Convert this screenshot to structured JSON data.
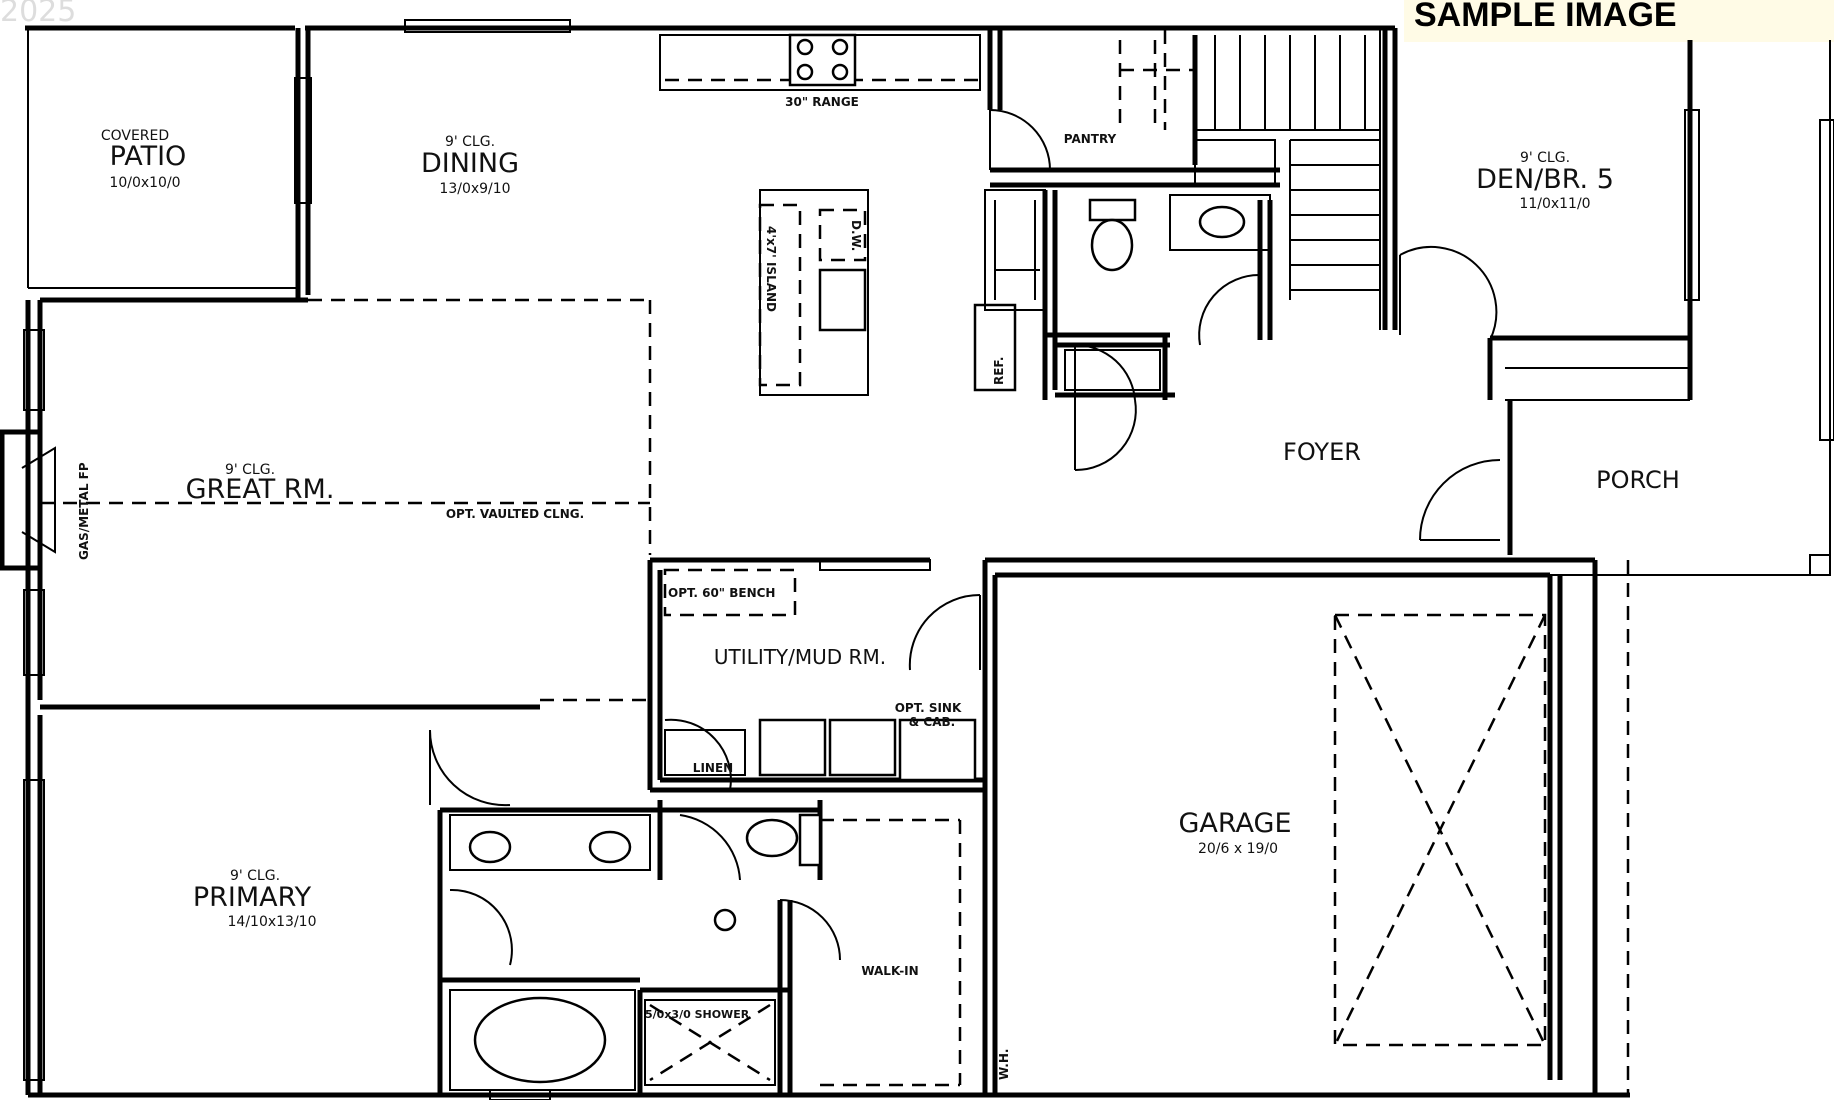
{
  "watermark": {
    "year": "2025"
  },
  "banner": {
    "text": "SAMPLE IMAGE"
  },
  "rooms": {
    "patio": {
      "line1": "COVERED",
      "name": "PATIO",
      "dims": "10/0x10/0"
    },
    "dining": {
      "ceiling": "9' CLG.",
      "name": "DINING",
      "dims": "13/0x9/10"
    },
    "range": {
      "label": "30\" RANGE"
    },
    "pantry": {
      "label": "PANTRY"
    },
    "den": {
      "ceiling": "9' CLG.",
      "name": "DEN/BR. 5",
      "dims": "11/0x11/0"
    },
    "island": {
      "label": "4'x7' ISLAND",
      "dw": "D.W."
    },
    "ref": {
      "label": "REF."
    },
    "great": {
      "ceiling": "9' CLG.",
      "name": "GREAT RM.",
      "vault": "OPT. VAULTED CLNG.",
      "fp": "GAS/METAL FP"
    },
    "foyer": {
      "name": "FOYER"
    },
    "porch": {
      "name": "PORCH"
    },
    "bench": {
      "label": "OPT. 60\" BENCH"
    },
    "utility": {
      "name": "UTILITY/MUD RM."
    },
    "sink": {
      "line1": "OPT. SINK",
      "line2": "& CAB."
    },
    "linen": {
      "label": "LINEN"
    },
    "garage": {
      "name": "GARAGE",
      "dims": "20/6 x 19/0"
    },
    "primary": {
      "ceiling": "9' CLG.",
      "name": "PRIMARY",
      "dims": "14/10x13/10"
    },
    "walkin": {
      "name": "WALK-IN"
    },
    "shower": {
      "label": "5/0x3/0 SHOWER"
    },
    "wh": {
      "label": "W.H."
    }
  }
}
